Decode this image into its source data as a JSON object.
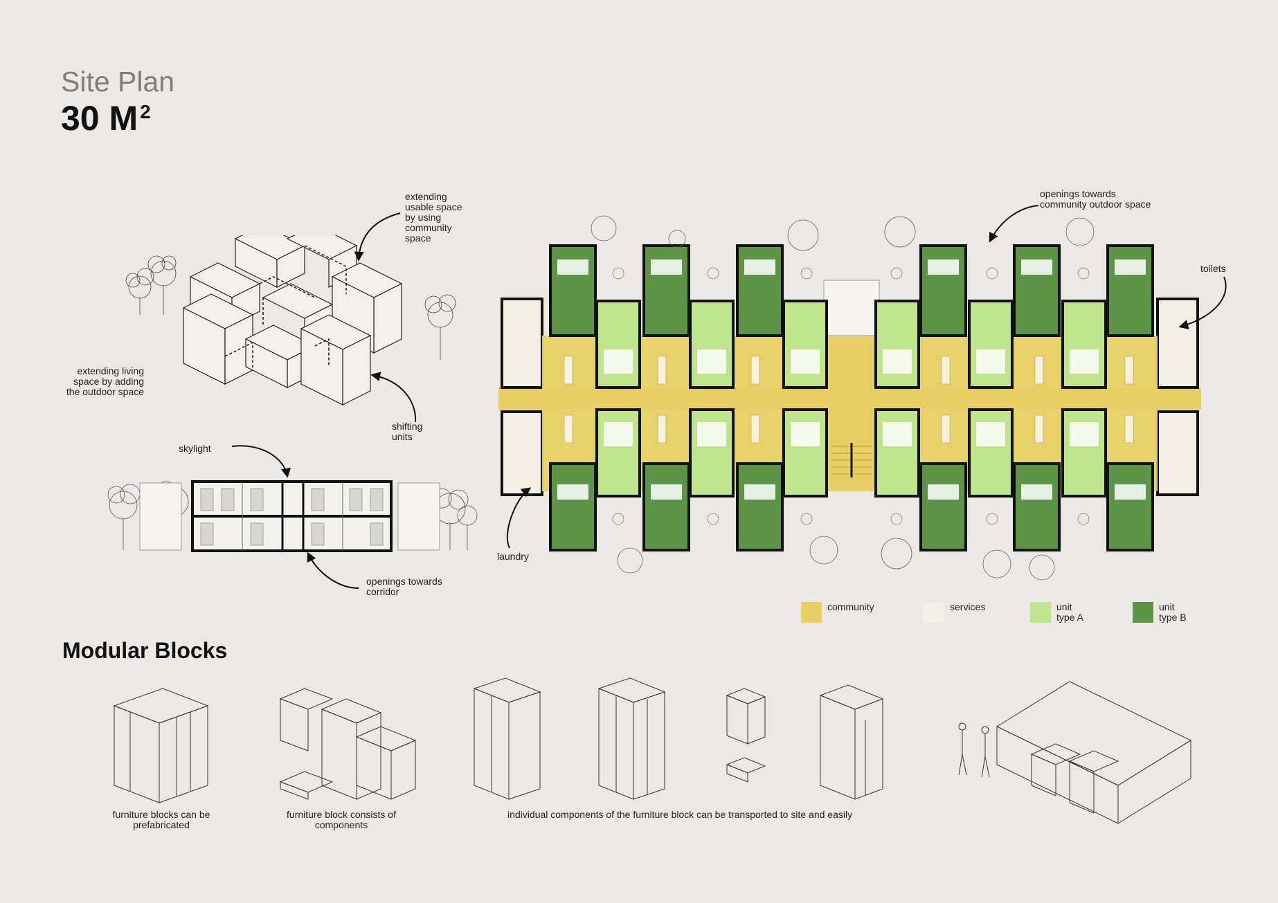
{
  "header": {
    "subtitle": "Site Plan",
    "title": "30 M",
    "title_sup": "2"
  },
  "annotations": {
    "extending_usable": "extending\nusable space\nby using\ncommunity\nspace",
    "extending_living": "extending living\nspace by adding\nthe outdoor space",
    "shifting_units": "shifting\nunits",
    "skylight": "skylight",
    "openings_corridor": "openings towards\ncorridor",
    "openings_community": "openings towards\ncommunity outdoor space",
    "toilets": "toilets",
    "laundry": "laundry"
  },
  "legend": [
    {
      "label": "community",
      "color": "#e8cf63"
    },
    {
      "label": "services",
      "color": "#f4efe6"
    },
    {
      "label": "unit\ntype A",
      "color": "#bfe48b"
    },
    {
      "label": "unit\ntype B",
      "color": "#5d9447"
    }
  ],
  "modular": {
    "title": "Modular Blocks",
    "caption_1": "furniture blocks can be\nprefabricated",
    "caption_2": "furniture block consists of\ncomponents",
    "caption_3": "individual components of the furniture block can be transported to site and easily"
  }
}
